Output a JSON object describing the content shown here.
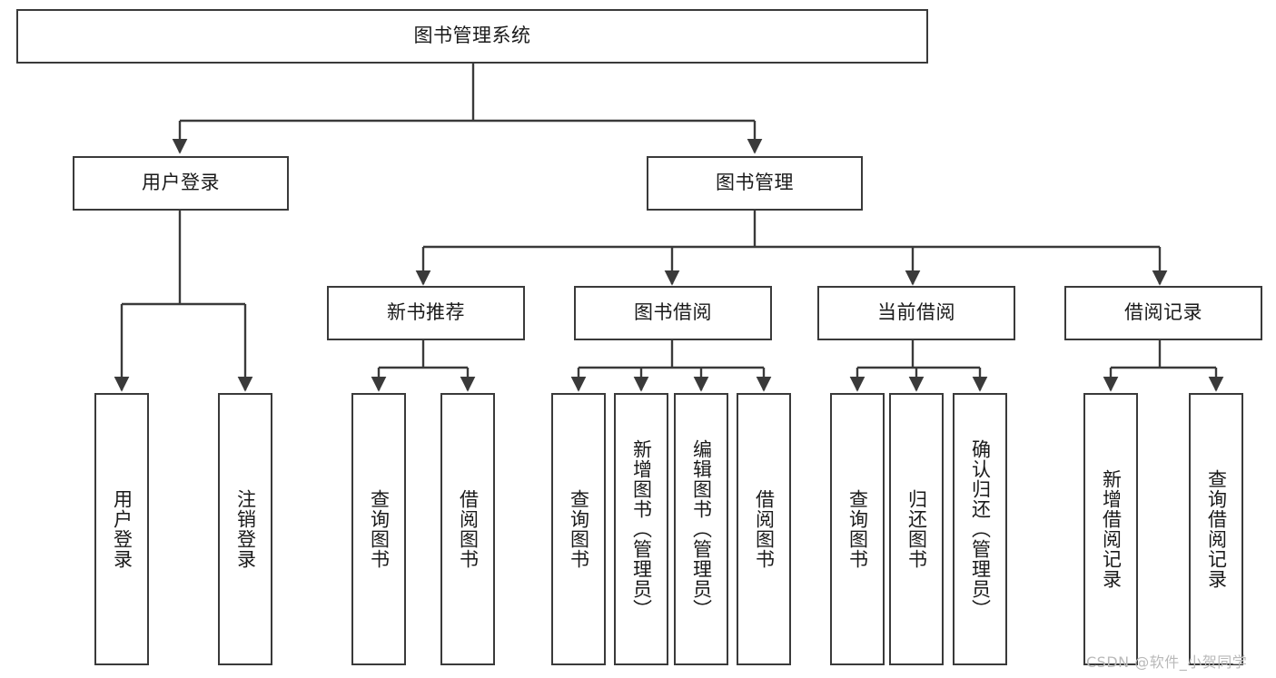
{
  "diagram": {
    "type": "tree-hierarchy-chart",
    "title": "图书管理系统",
    "stroke_color": "#3a3a3a",
    "text_color": "#1a1a1a",
    "background": "#ffffff",
    "levels": {
      "root": {
        "label": "图书管理系统"
      },
      "level2": [
        {
          "id": "user-login",
          "label": "用户登录"
        },
        {
          "id": "book-manage",
          "label": "图书管理"
        }
      ],
      "level3": [
        {
          "id": "new-book-recommend",
          "label": "新书推荐",
          "parent": "book-manage"
        },
        {
          "id": "book-borrow",
          "label": "图书借阅",
          "parent": "book-manage"
        },
        {
          "id": "current-borrow",
          "label": "当前借阅",
          "parent": "book-manage"
        },
        {
          "id": "borrow-record",
          "label": "借阅记录",
          "parent": "book-manage"
        }
      ],
      "leaves": [
        {
          "id": "leaf-user-login",
          "label": "用户登录",
          "parent": "user-login"
        },
        {
          "id": "leaf-logout",
          "label": "注销登录",
          "parent": "user-login"
        },
        {
          "id": "leaf-query-book-1",
          "label": "查询图书",
          "parent": "new-book-recommend"
        },
        {
          "id": "leaf-borrow-book-1",
          "label": "借阅图书",
          "parent": "new-book-recommend"
        },
        {
          "id": "leaf-query-book-2",
          "label": "查询图书",
          "parent": "book-borrow"
        },
        {
          "id": "leaf-add-book",
          "label": "新增图书（管理员）",
          "parent": "book-borrow"
        },
        {
          "id": "leaf-edit-book",
          "label": "编辑图书（管理员）",
          "parent": "book-borrow"
        },
        {
          "id": "leaf-borrow-book-2",
          "label": "借阅图书",
          "parent": "book-borrow"
        },
        {
          "id": "leaf-query-book-3",
          "label": "查询图书",
          "parent": "current-borrow"
        },
        {
          "id": "leaf-return-book",
          "label": "归还图书",
          "parent": "current-borrow"
        },
        {
          "id": "leaf-confirm-return",
          "label": "确认归还（管理员）",
          "parent": "current-borrow"
        },
        {
          "id": "leaf-add-record",
          "label": "新增借阅记录",
          "parent": "borrow-record"
        },
        {
          "id": "leaf-query-record",
          "label": "查询借阅记录",
          "parent": "borrow-record"
        }
      ]
    }
  },
  "watermark": {
    "text": "CSDN @软件_小贺同学",
    "color": "#b9b9b9"
  }
}
